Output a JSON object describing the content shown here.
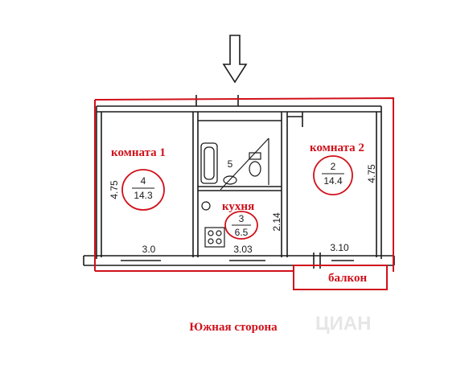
{
  "labels": {
    "room1": "комната 1",
    "room2": "комната 2",
    "kitchen": "кухня",
    "balcony": "балкон",
    "south_side": "Южная сторона"
  },
  "rooms": [
    {
      "number": "4",
      "area": "14.3"
    },
    {
      "number": "2",
      "area": "14.4"
    },
    {
      "number": "3",
      "area": "6.5"
    },
    {
      "number": "5",
      "area": ""
    }
  ],
  "dimensions": {
    "room1_height": "4.75",
    "room2_height": "4.75",
    "room1_width": "3.0",
    "kitchen_width": "3.03",
    "kitchen_height": "2.14",
    "room2_width": "3.10"
  },
  "colors": {
    "accent": "#d0101a",
    "lines": "#1a1a1a"
  },
  "icons": [
    "entrance-arrow-icon",
    "bathtub-icon",
    "sink-icon",
    "toilet-icon",
    "stove-icon"
  ],
  "watermark": "ЦИАН"
}
